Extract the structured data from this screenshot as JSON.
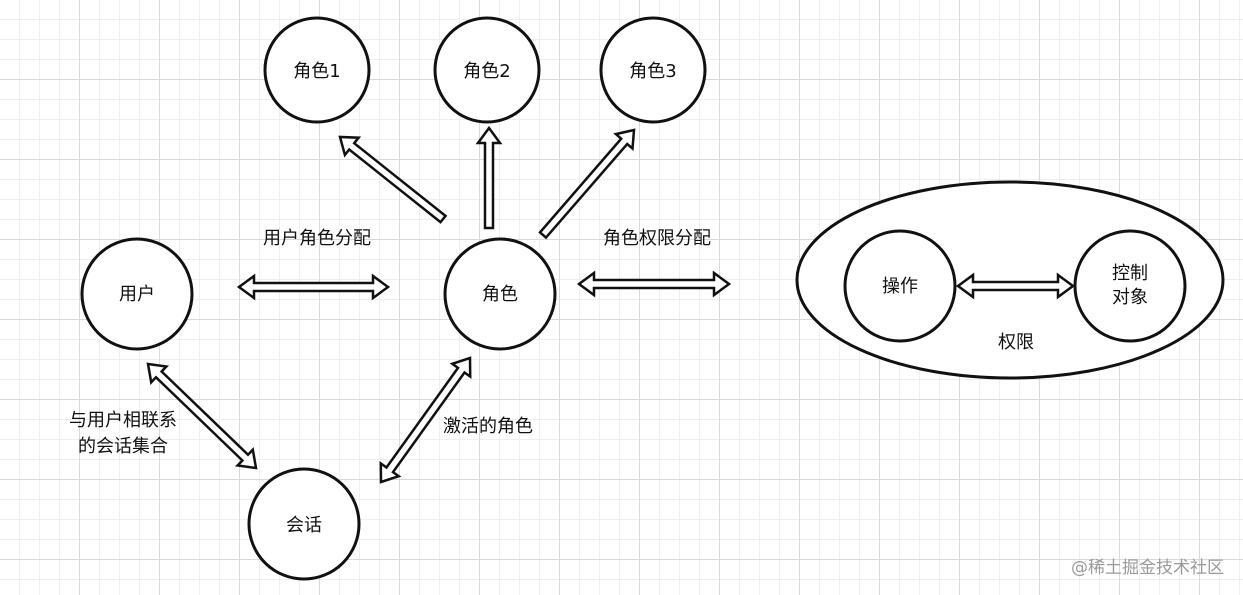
{
  "nodes": {
    "role1": "角色1",
    "role2": "角色2",
    "role3": "角色3",
    "user": "用户",
    "role": "角色",
    "session": "会话",
    "operation": "操作",
    "control_object": [
      "控制",
      "对象"
    ],
    "permission": "权限"
  },
  "edge_labels": {
    "user_role_assignment": "用户角色分配",
    "role_permission_assignment": "角色权限分配",
    "user_session": [
      "与用户相联系",
      "的会话集合"
    ],
    "activated_role": "激活的角色"
  },
  "watermark": "@稀土掘金技术社区"
}
